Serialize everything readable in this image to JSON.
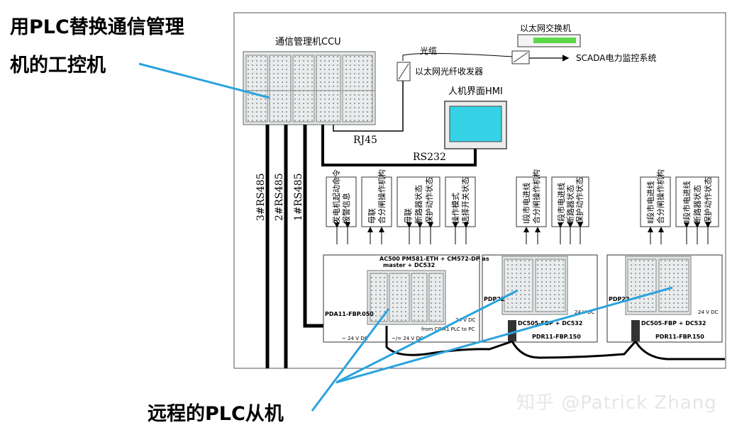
{
  "callouts": {
    "top_line1": "用PLC替换通信管理",
    "top_line2": "机的工控机",
    "bottom": "远程的PLC从机"
  },
  "watermark": "知乎 @Patrick Zhang",
  "diagram": {
    "ccu_title": "通信管理机CCU",
    "ethernet_switch": "以太网交换机",
    "fiber": "光缆",
    "fiber_transceiver": "以太网光纤收发器",
    "scada": "SCADA电力监控系统",
    "hmi": "人机界面HMI",
    "rj45": "RJ45",
    "rs232": "RS232",
    "rs485": [
      "3#RS485",
      "2#RS485",
      "1#RS485"
    ],
    "signals_group1": [
      "发电机起动命令\n报警信息",
      "母联\n合分闸操作机构",
      "母联\n断路器状态\n保护动作状态",
      "操作模式\n选择开关状态"
    ],
    "signals_group2": [
      "Ⅰ段市电进线\n合分闸操作机构",
      "Ⅰ段市电进线\n断路器状态\n保护动作状态"
    ],
    "signals_group3": [
      "Ⅱ段市电进线\n合分闸操作机构",
      "Ⅱ段市电进线\n断路器状态\n保护动作状态"
    ],
    "plc1_title": "AC500 PM581-ETH + CM572-DP as\nmaster + DC532",
    "plc1_pda": "PDA11-FBP.050",
    "plc1_dc": "24 V DC",
    "plc1_ac": "~ 24 V DC",
    "plc1_ac2": "~/= 24 V DC",
    "plc1_com": "from COM1 PLC to PC",
    "plc2_pdp": "PDP22\n-FBP",
    "plc2_dc": "24 V DC",
    "plc2_model": "DC505-FBP + DC532",
    "plc2_pdr": "PDR11-FBP.150",
    "plc3_pdp": "PDP22\n-FBP",
    "plc3_dc": "24 V DC",
    "plc3_model": "DC505-FBP + DC532",
    "plc3_pdr": "PDR11-FBP.150"
  },
  "colors": {
    "callout_line": "#2aa3dd",
    "bus": "#000000",
    "hmi_screen": "#36d3e6",
    "switch_led": "#5cd84a",
    "frame": "#555555"
  }
}
